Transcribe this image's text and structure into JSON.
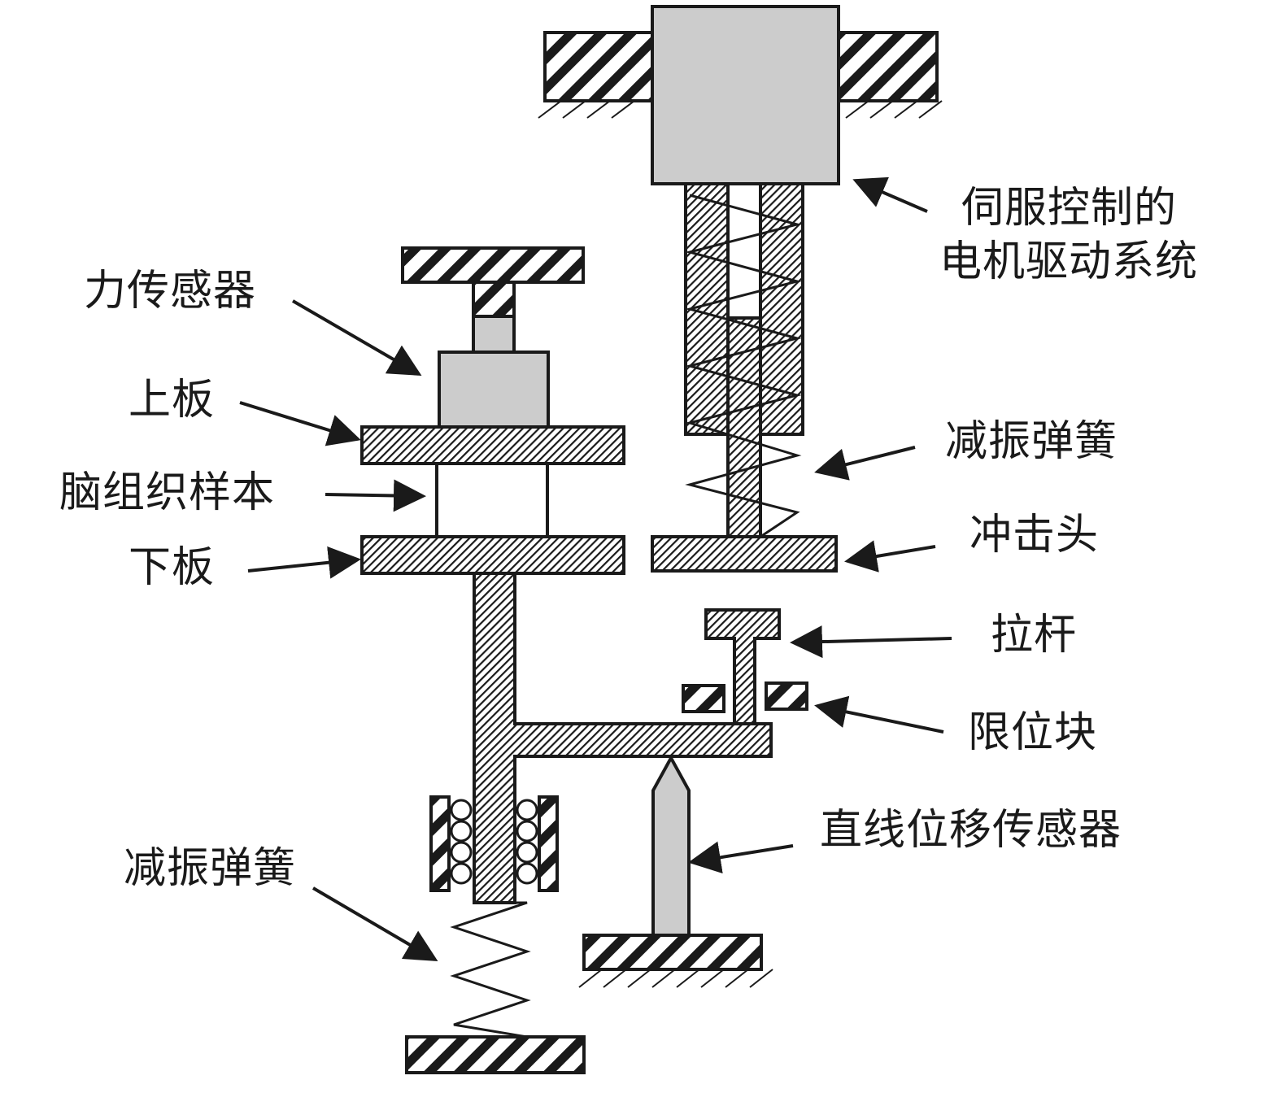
{
  "labels": {
    "motor_line1": "伺服控制的",
    "motor_line2": "电机驱动系统",
    "force_sensor": "力传感器",
    "upper_plate": "上板",
    "brain_sample": "脑组织样本",
    "lower_plate": "下板",
    "damping_spring_upper": "减振弹簧",
    "impactor": "冲击头",
    "pull_rod": "拉杆",
    "limit_block": "限位块",
    "displacement_sensor": "直线位移传感器",
    "damping_spring_lower": "减振弹簧"
  },
  "colors": {
    "line": "#1a1a1a",
    "sensor_fill": "#cccccc",
    "hatch_fill": "#ffffff"
  }
}
